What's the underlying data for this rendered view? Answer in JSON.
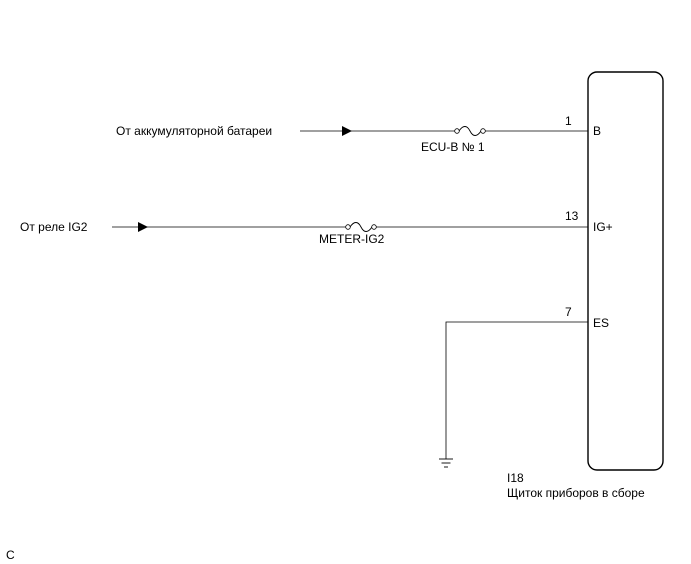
{
  "sources": {
    "battery": "От аккумуляторной батареи",
    "ig2_relay": "От реле IG2"
  },
  "fuses": {
    "ecu_b": "ECU-B № 1",
    "meter_ig2": "METER-IG2"
  },
  "pins": {
    "b": {
      "number": "1",
      "name": "B"
    },
    "ig": {
      "number": "13",
      "name": "IG+"
    },
    "es": {
      "number": "7",
      "name": "ES"
    }
  },
  "component": {
    "code": "I18",
    "name": "Щиток приборов в сборе"
  },
  "corner_mark": "C"
}
